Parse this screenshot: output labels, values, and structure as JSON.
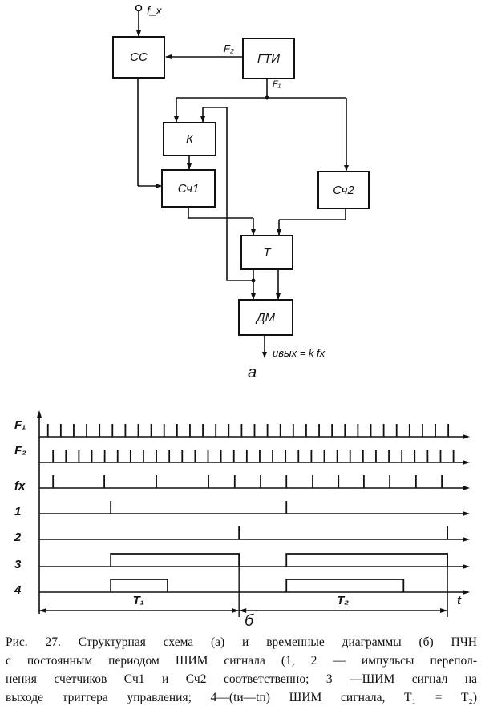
{
  "block_diagram": {
    "input_label": "f_x",
    "blocks": {
      "cc": "СС",
      "gti": "ГТИ",
      "k": "К",
      "sch1": "Сч1",
      "sch2": "Сч2",
      "t": "Т",
      "dm": "ДМ"
    },
    "signal_f2": "F₂",
    "signal_f1": "F₁",
    "output_label": "uвых = k fx",
    "sublabel": "а"
  },
  "timing_diagram": {
    "time_axis": {
      "min": 0,
      "max": 100,
      "label": "t"
    },
    "rows": [
      {
        "label": "F₁",
        "type": "pulses",
        "start": 2,
        "period": 3,
        "count": 32
      },
      {
        "label": "F₂",
        "type": "pulses",
        "start": 3.2,
        "period": 3.0,
        "count": 32
      },
      {
        "label": "fx",
        "type": "pulses",
        "times": [
          3.2,
          15.1,
          27.2,
          39.3,
          45.4,
          51.4,
          57.4,
          63.5,
          69.5,
          75.4,
          81.4,
          87.5,
          93.5
        ]
      },
      {
        "label": "1",
        "type": "pulses",
        "times": [
          16.6,
          57.4
        ]
      },
      {
        "label": "2",
        "type": "pulses",
        "times": [
          46.4,
          94.8
        ]
      },
      {
        "label": "3",
        "type": "levels",
        "intervals": [
          [
            16.6,
            46.4
          ],
          [
            57.4,
            94.8
          ]
        ]
      },
      {
        "label": "4",
        "type": "levels",
        "intervals": [
          [
            16.6,
            29.8
          ],
          [
            57.4,
            84.6
          ]
        ]
      }
    ],
    "periods": [
      {
        "label": "T₁",
        "from": 0,
        "to": 46.4
      },
      {
        "label": "T₂",
        "from": 46.4,
        "to": 94.8
      }
    ],
    "sublabel": "б"
  },
  "caption": {
    "lines": [
      "Рис. 27. Структурная схема (а) и временные диаграммы (б) ПЧН",
      "с постоянным периодом ШИМ сигнала (1, 2 — импульсы перепол-",
      "нения счетчиков Сч1 и Сч2 соответственно; 3 —ШИМ сигнал на",
      "выходе триггера управления; 4—(tи—tп) ШИМ сигнала, T₁ = T₂)"
    ]
  }
}
